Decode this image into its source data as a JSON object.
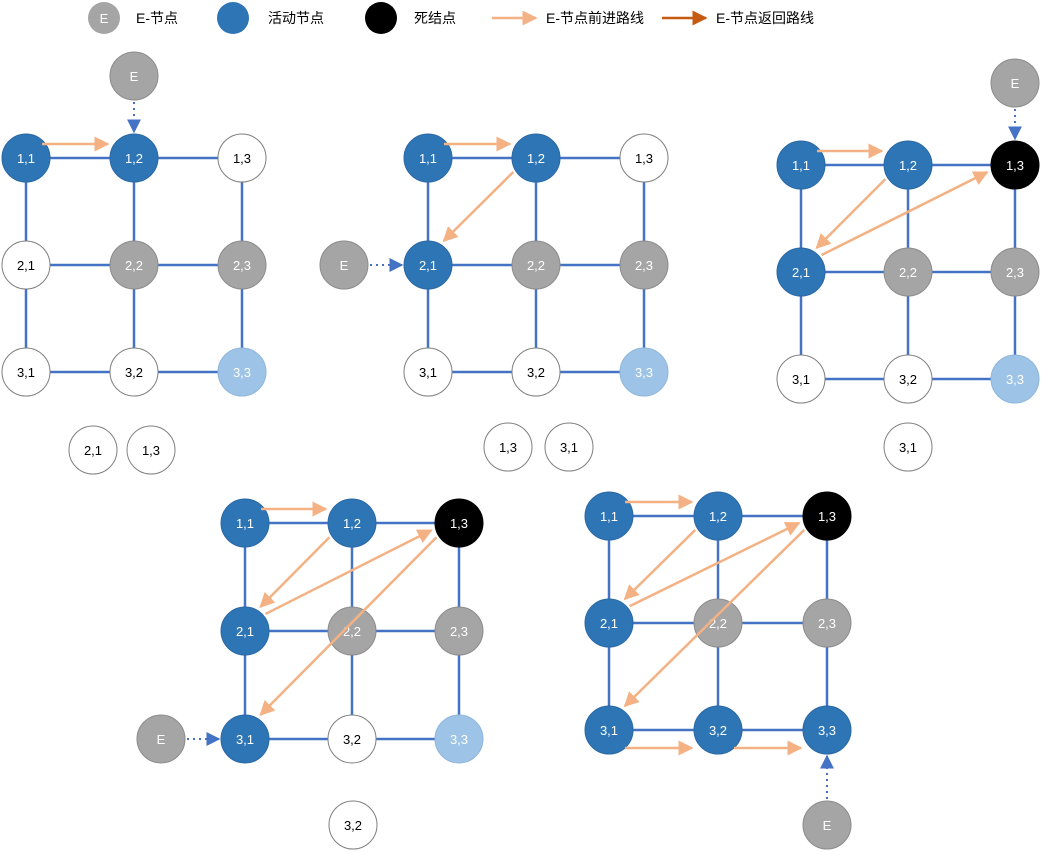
{
  "legend": {
    "e_node_symbol": "E",
    "e_node_label": "E-节点",
    "active_label": "活动节点",
    "dead_label": "死结点",
    "forward_label": "E-节点前进路线",
    "back_label": "E-节点返回路线"
  },
  "colors": {
    "active": "#2e75b6",
    "visited": "#a5a5a5",
    "dead": "#000000",
    "target": "#9dc3e6",
    "empty": "#ffffff",
    "grid_line": "#4472c4",
    "forward_arrow": "#f4b183",
    "back_arrow": "#c55a11",
    "pointer_arrow": "#4472c4"
  },
  "panels": [
    {
      "id": "panel-1",
      "e_marker": {
        "text": "E",
        "target": "1,2",
        "from": "top"
      },
      "path": [
        [
          "1,1",
          "1,2"
        ]
      ],
      "queue": [
        "2,1",
        "1,3"
      ],
      "nodes": [
        {
          "label": "1,1",
          "state": "active"
        },
        {
          "label": "1,2",
          "state": "active"
        },
        {
          "label": "1,3",
          "state": "empty"
        },
        {
          "label": "2,1",
          "state": "empty"
        },
        {
          "label": "2,2",
          "state": "visited"
        },
        {
          "label": "2,3",
          "state": "visited"
        },
        {
          "label": "3,1",
          "state": "empty"
        },
        {
          "label": "3,2",
          "state": "empty"
        },
        {
          "label": "3,3",
          "state": "target"
        }
      ]
    },
    {
      "id": "panel-2",
      "e_marker": {
        "text": "E",
        "target": "2,1",
        "from": "left"
      },
      "path": [
        [
          "1,1",
          "1,2"
        ],
        [
          "1,2",
          "2,1"
        ]
      ],
      "queue": [
        "1,3",
        "3,1"
      ],
      "nodes": [
        {
          "label": "1,1",
          "state": "active"
        },
        {
          "label": "1,2",
          "state": "active"
        },
        {
          "label": "1,3",
          "state": "empty"
        },
        {
          "label": "2,1",
          "state": "active"
        },
        {
          "label": "2,2",
          "state": "visited"
        },
        {
          "label": "2,3",
          "state": "visited"
        },
        {
          "label": "3,1",
          "state": "empty"
        },
        {
          "label": "3,2",
          "state": "empty"
        },
        {
          "label": "3,3",
          "state": "target"
        }
      ]
    },
    {
      "id": "panel-3",
      "e_marker": {
        "text": "E",
        "target": "1,3",
        "from": "top"
      },
      "path": [
        [
          "1,1",
          "1,2"
        ],
        [
          "1,2",
          "2,1"
        ],
        [
          "2,1",
          "1,3"
        ]
      ],
      "queue": [
        "3,1"
      ],
      "nodes": [
        {
          "label": "1,1",
          "state": "active"
        },
        {
          "label": "1,2",
          "state": "active"
        },
        {
          "label": "1,3",
          "state": "dead"
        },
        {
          "label": "2,1",
          "state": "active"
        },
        {
          "label": "2,2",
          "state": "visited"
        },
        {
          "label": "2,3",
          "state": "visited"
        },
        {
          "label": "3,1",
          "state": "empty"
        },
        {
          "label": "3,2",
          "state": "empty"
        },
        {
          "label": "3,3",
          "state": "target"
        }
      ]
    },
    {
      "id": "panel-4",
      "e_marker": {
        "text": "E",
        "target": "3,1",
        "from": "left"
      },
      "path": [
        [
          "1,1",
          "1,2"
        ],
        [
          "1,2",
          "2,1"
        ],
        [
          "2,1",
          "1,3"
        ],
        [
          "1,3",
          "3,1"
        ]
      ],
      "queue": [
        "3,2"
      ],
      "nodes": [
        {
          "label": "1,1",
          "state": "active"
        },
        {
          "label": "1,2",
          "state": "active"
        },
        {
          "label": "1,3",
          "state": "dead"
        },
        {
          "label": "2,1",
          "state": "active"
        },
        {
          "label": "2,2",
          "state": "visited"
        },
        {
          "label": "2,3",
          "state": "visited"
        },
        {
          "label": "3,1",
          "state": "active"
        },
        {
          "label": "3,2",
          "state": "empty"
        },
        {
          "label": "3,3",
          "state": "target"
        }
      ]
    },
    {
      "id": "panel-5",
      "e_marker": {
        "text": "E",
        "target": "3,3",
        "from": "bottom"
      },
      "path": [
        [
          "1,1",
          "1,2"
        ],
        [
          "1,2",
          "2,1"
        ],
        [
          "2,1",
          "1,3"
        ],
        [
          "1,3",
          "3,1"
        ],
        [
          "3,1",
          "3,2"
        ],
        [
          "3,2",
          "3,3"
        ]
      ],
      "queue": [],
      "nodes": [
        {
          "label": "1,1",
          "state": "active"
        },
        {
          "label": "1,2",
          "state": "active"
        },
        {
          "label": "1,3",
          "state": "dead"
        },
        {
          "label": "2,1",
          "state": "active"
        },
        {
          "label": "2,2",
          "state": "visited"
        },
        {
          "label": "2,3",
          "state": "visited"
        },
        {
          "label": "3,1",
          "state": "active"
        },
        {
          "label": "3,2",
          "state": "active"
        },
        {
          "label": "3,3",
          "state": "active"
        }
      ]
    }
  ]
}
